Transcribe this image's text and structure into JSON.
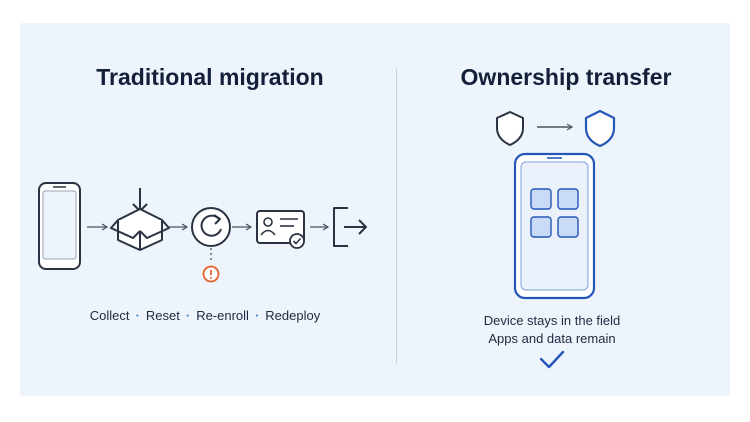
{
  "left": {
    "title": "Traditional migration",
    "steps": [
      "Collect",
      "Reset",
      "Re-enroll",
      "Redeploy"
    ]
  },
  "right": {
    "title": "Ownership transfer",
    "captions": [
      "Device stays in the field",
      "Apps and data remain"
    ]
  },
  "icons": {
    "phone": "phone-icon",
    "box": "box-download-icon",
    "reset": "refresh-icon",
    "alert": "alert-icon",
    "enroll": "id-card-check-icon",
    "redeploy": "exit-icon",
    "shield_old": "shield-outline-icon",
    "shield_new": "shield-blue-icon",
    "device": "tablet-apps-icon",
    "check": "checkmark-icon"
  },
  "colors": {
    "panel": "#eef4fc",
    "ink": "#2b3242",
    "accent": "#2456b8",
    "alert": "#e8612c"
  }
}
